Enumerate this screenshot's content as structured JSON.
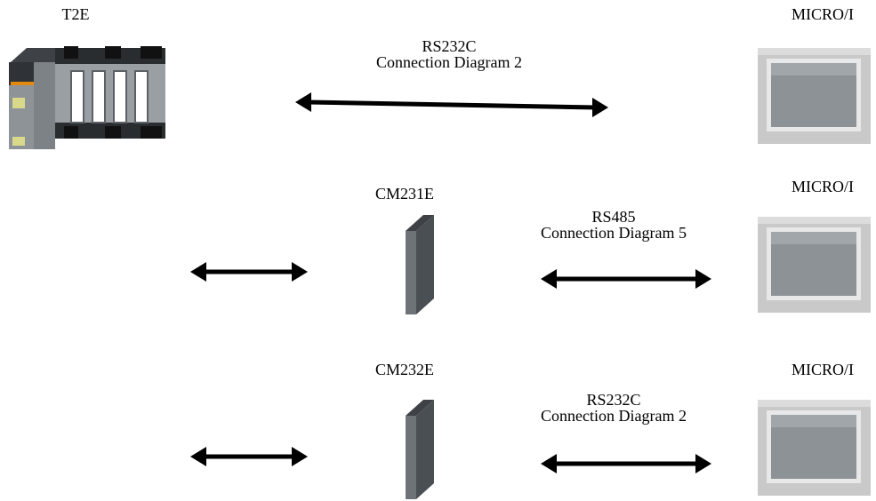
{
  "plc": {
    "label": "T2E",
    "icon": "plc-rack-icon"
  },
  "connections": [
    {
      "device_label": "",
      "cable_line1": "RS232C",
      "cable_line2": "Connection Diagram 2",
      "display_label": "MICRO/I"
    },
    {
      "device_label": "CM231E",
      "cable_line1": "RS485",
      "cable_line2": "Connection Diagram 5",
      "display_label": "MICRO/I"
    },
    {
      "device_label": "CM232E",
      "cable_line1": "RS232C",
      "cable_line2": "Connection Diagram 2",
      "display_label": "MICRO/I"
    }
  ],
  "colors": {
    "arrow": "#000000",
    "module_face": "#6e7378",
    "module_side": "#4a4f54",
    "display_frame": "#c9c9c9",
    "display_screen": "#8c9296"
  }
}
